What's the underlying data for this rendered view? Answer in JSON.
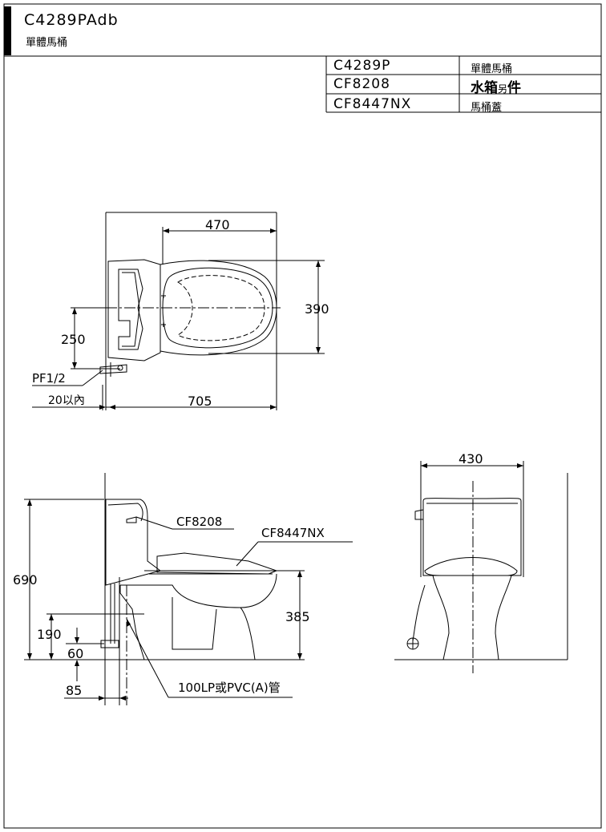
{
  "header": {
    "model": "C4289PAdb",
    "subtitle": "單體馬桶"
  },
  "parts": [
    {
      "code": "C4289P",
      "desc": "單體馬桶"
    },
    {
      "code": "CF8208",
      "desc_main": "水箱",
      "desc_small": "另",
      "desc_end": "件"
    },
    {
      "code": "CF8447NX",
      "desc": "馬桶蓋"
    }
  ],
  "top_view": {
    "dims": [
      "470",
      "390",
      "250",
      "705"
    ],
    "pipe_label": "PF1/2",
    "offset_label": "20以內"
  },
  "side_view": {
    "dims": [
      "690",
      "385",
      "190",
      "60",
      "85"
    ],
    "callouts": [
      "CF8208",
      "CF8447NX",
      "100LP或PVC(A)管"
    ]
  },
  "front_view": {
    "dims": [
      "430"
    ]
  }
}
